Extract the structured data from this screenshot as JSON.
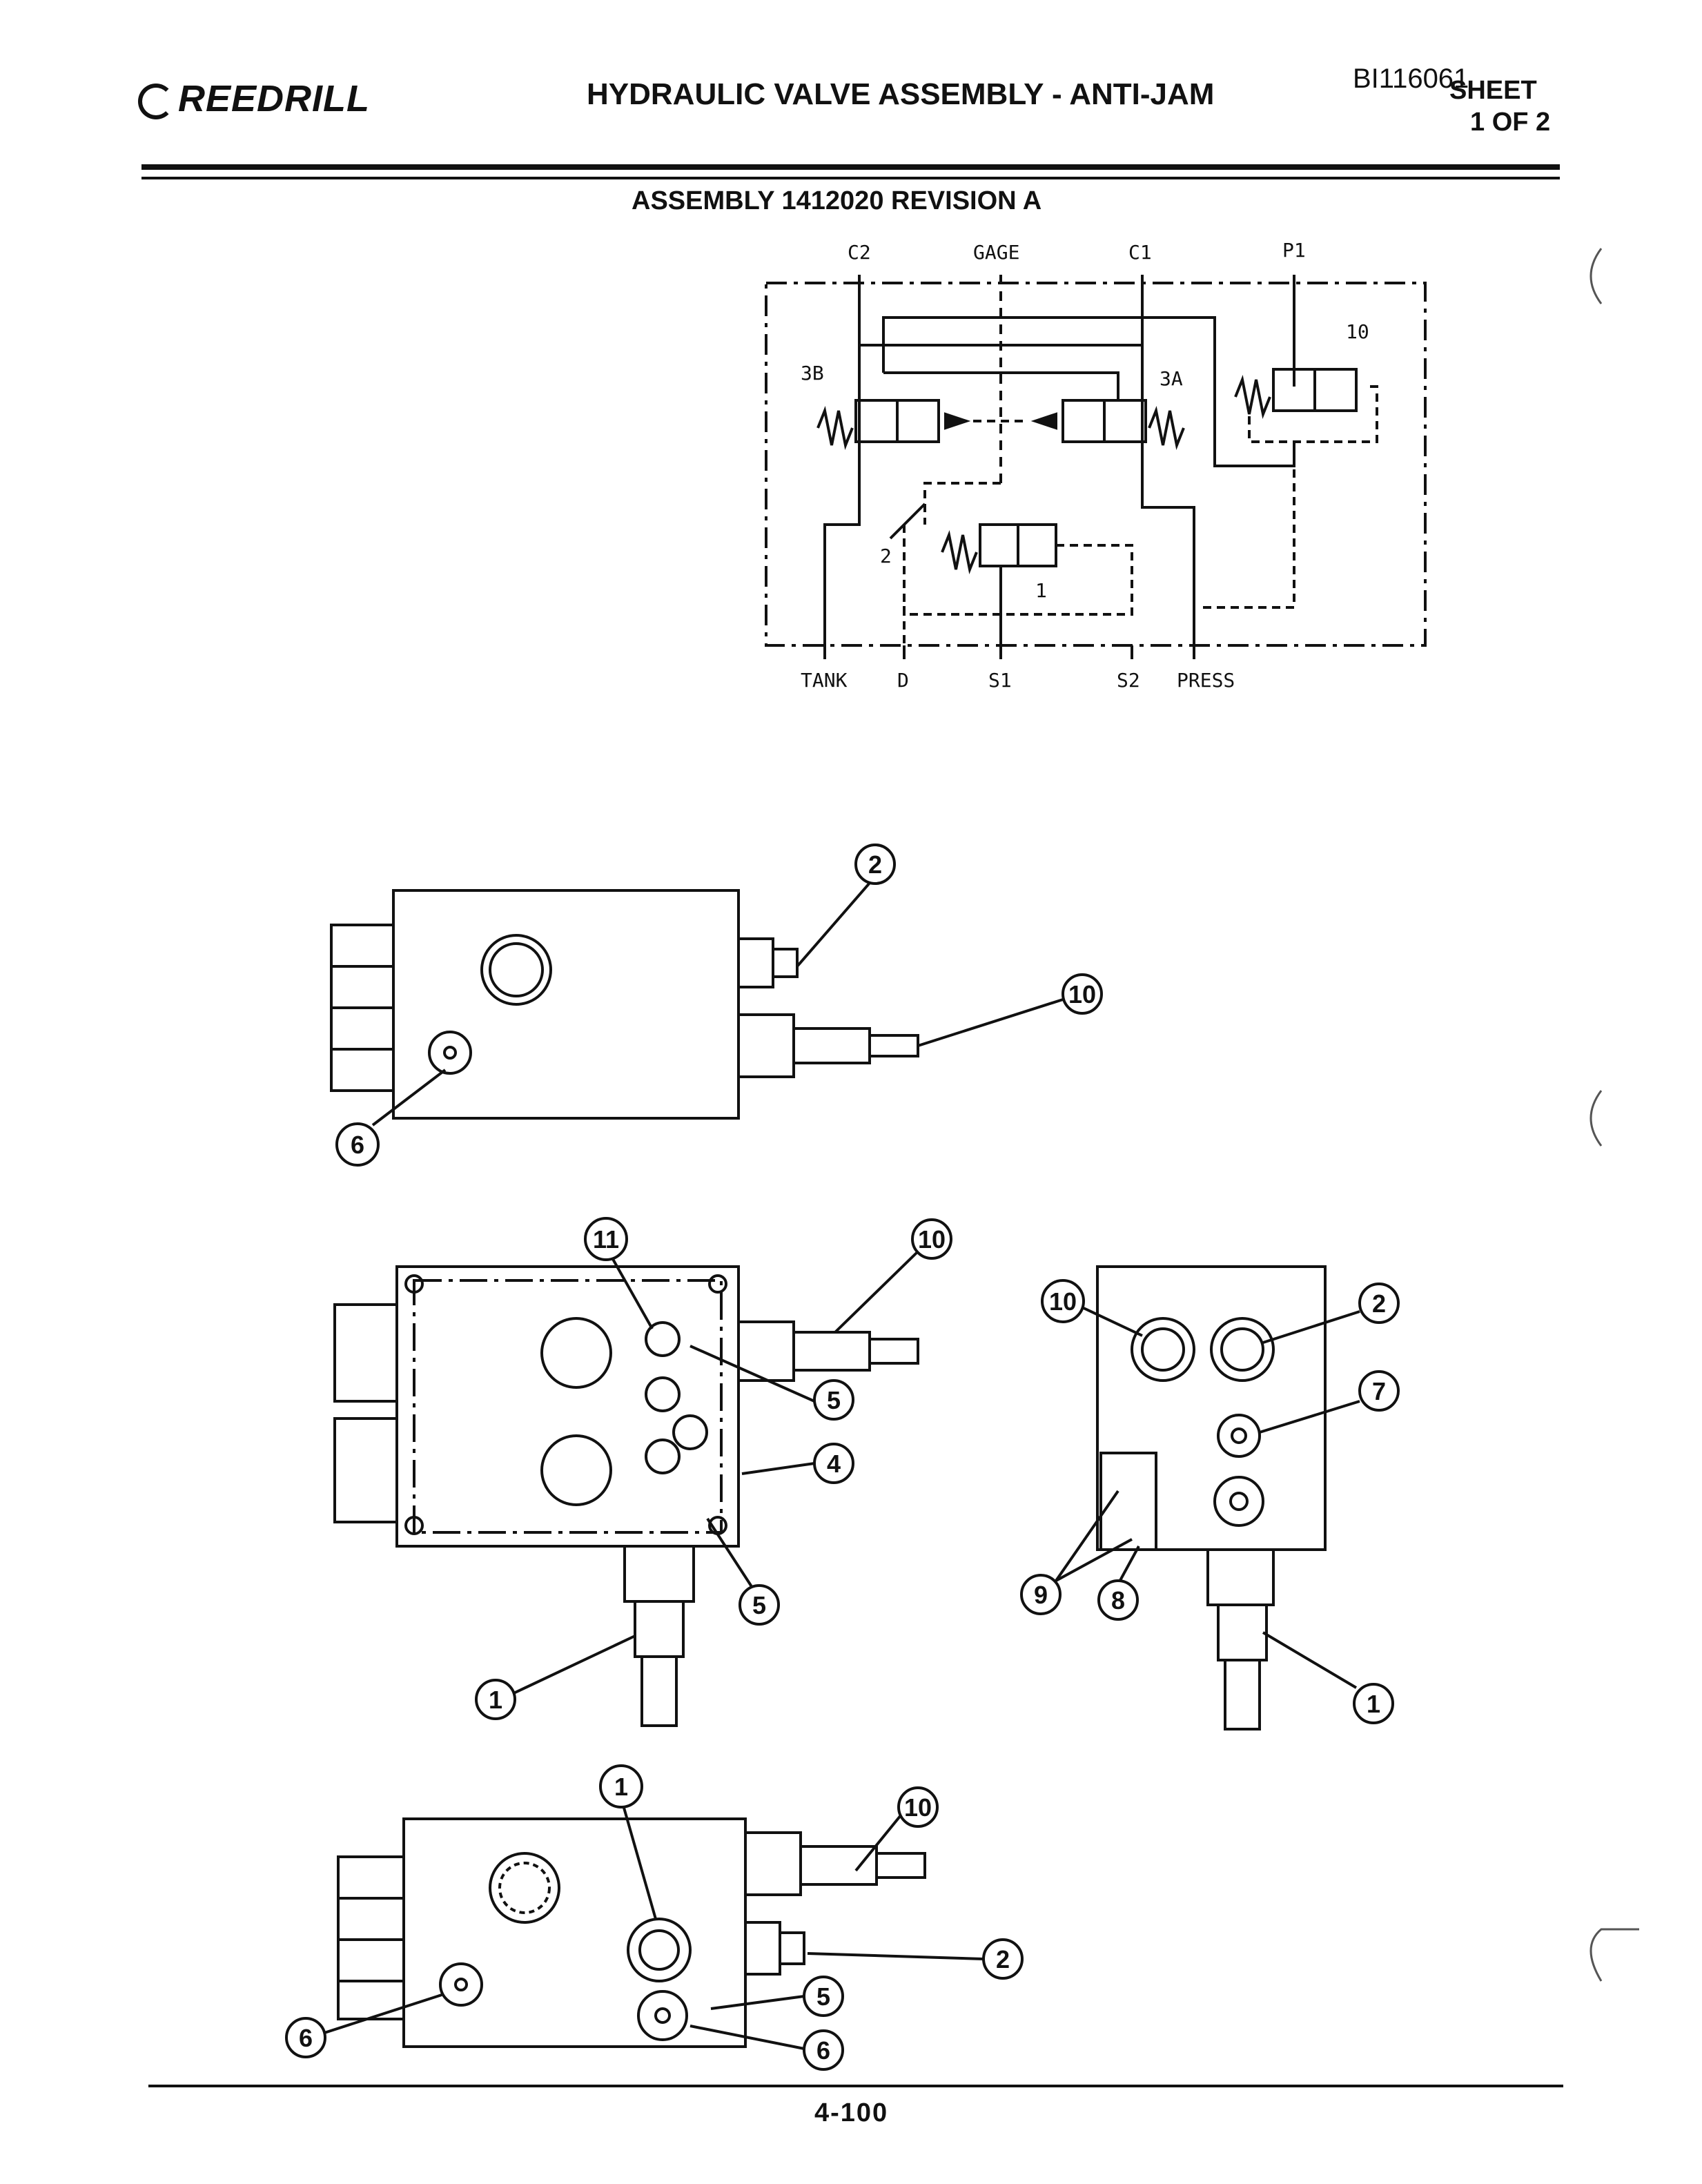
{
  "header": {
    "brand": "REEDRILL",
    "title": "HYDRAULIC VALVE ASSEMBLY - ANTI-JAM",
    "doc_id": "BI116061",
    "sheet_label": "SHEET",
    "sheet_of": "1 OF 2",
    "subtitle": "ASSEMBLY 1412020 REVISION A"
  },
  "schematic": {
    "ports_top": [
      "C2",
      "GAGE",
      "C1",
      "P1"
    ],
    "ports_bottom": [
      "TANK",
      "D",
      "S1",
      "S2",
      "PRESS"
    ],
    "labels": {
      "valve_3b": "3B",
      "valve_3a": "3A",
      "valve_10": "10",
      "valve_1": "1",
      "valve_2": "2"
    }
  },
  "views": {
    "view1_callouts": [
      "2",
      "10",
      "6"
    ],
    "view2_callouts": [
      "11",
      "10",
      "5",
      "4",
      "5",
      "1"
    ],
    "view3_callouts": [
      "10",
      "2",
      "7",
      "9",
      "8",
      "1"
    ],
    "view4_callouts": [
      "1",
      "10",
      "2",
      "5",
      "6",
      "6"
    ]
  },
  "footer": {
    "page": "4-100"
  }
}
